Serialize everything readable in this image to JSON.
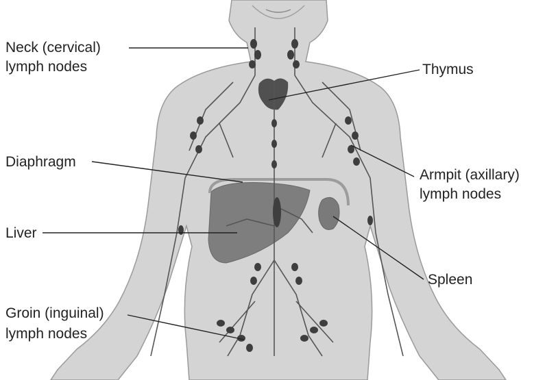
{
  "labels": {
    "neck_line1": "Neck (cervical)",
    "neck_line2": "lymph nodes",
    "thymus": "Thymus",
    "diaphragm": "Diaphragm",
    "armpit_line1": "Armpit (axillary)",
    "armpit_line2": "lymph nodes",
    "liver": "Liver",
    "spleen": "Spleen",
    "groin_line1": "Groin (inguinal)",
    "groin_line2": "lymph nodes"
  },
  "colors": {
    "body_fill": "#d4d4d4",
    "body_outline": "#9a9a9a",
    "organ": "#7a7a7a",
    "vessel": "#555555",
    "node": "#3e3e3e",
    "leader_line": "#222222",
    "text": "#222222"
  }
}
